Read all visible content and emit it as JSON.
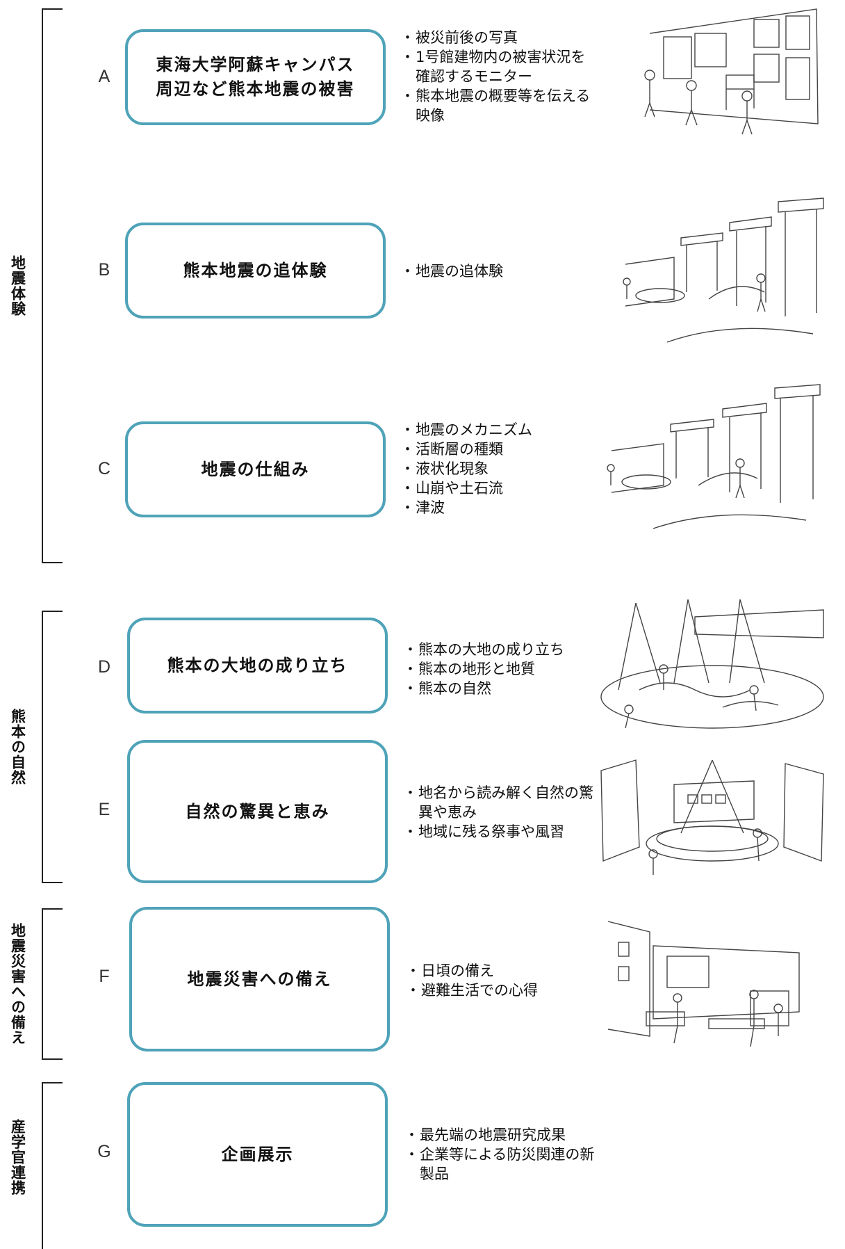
{
  "groups": [
    {
      "label": "地震体験"
    },
    {
      "label": "熊本の自然"
    },
    {
      "label": "地震災害への備え"
    },
    {
      "label": "産学官連携"
    }
  ],
  "rows": [
    {
      "letter": "A",
      "title_lines": [
        "東海大学阿蘇キャンパス",
        "周辺など熊本地震の被害"
      ],
      "items": [
        "被災前後の写真",
        "1号館建物内の被害状況を確認するモニター",
        "熊本地震の概要等を伝える映像"
      ]
    },
    {
      "letter": "B",
      "title_lines": [
        "熊本地震の追体験"
      ],
      "items": [
        "地震の追体験"
      ]
    },
    {
      "letter": "C",
      "title_lines": [
        "地震の仕組み"
      ],
      "items": [
        "地震のメカニズム",
        "活断層の種類",
        "液状化現象",
        "山崩や土石流",
        "津波"
      ]
    },
    {
      "letter": "D",
      "title_lines": [
        "熊本の大地の成り立ち"
      ],
      "items": [
        "熊本の大地の成り立ち",
        "熊本の地形と地質",
        "熊本の自然"
      ]
    },
    {
      "letter": "E",
      "title_lines": [
        "自然の驚異と恵み"
      ],
      "items": [
        "地名から読み解く自然の驚異や恵み",
        "地域に残る祭事や風習"
      ]
    },
    {
      "letter": "F",
      "title_lines": [
        "地震災害への備え"
      ],
      "items": [
        "日頃の備え",
        "避難生活での心得"
      ]
    },
    {
      "letter": "G",
      "title_lines": [
        "企画展示"
      ],
      "items": [
        "最先端の地震研究成果",
        "企業等による防災関連の新製品"
      ]
    }
  ],
  "colors": {
    "box_border": "#4fa3b8",
    "text": "#111111"
  }
}
